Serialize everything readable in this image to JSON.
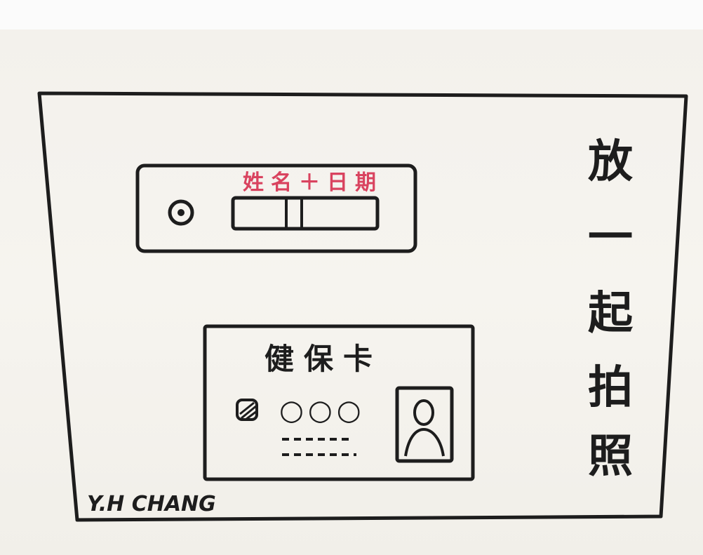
{
  "colors": {
    "ink": "#1d1d1d",
    "accent_ink": "#d9435f",
    "paper": "#f4f2ed"
  },
  "device": {
    "label": "姓名＋日期"
  },
  "card": {
    "title": "健保卡",
    "number_marks": "○○○"
  },
  "side_caption": {
    "chars": [
      "放",
      "一",
      "起",
      "拍",
      "照"
    ]
  },
  "signature": "Y.H CHANG"
}
